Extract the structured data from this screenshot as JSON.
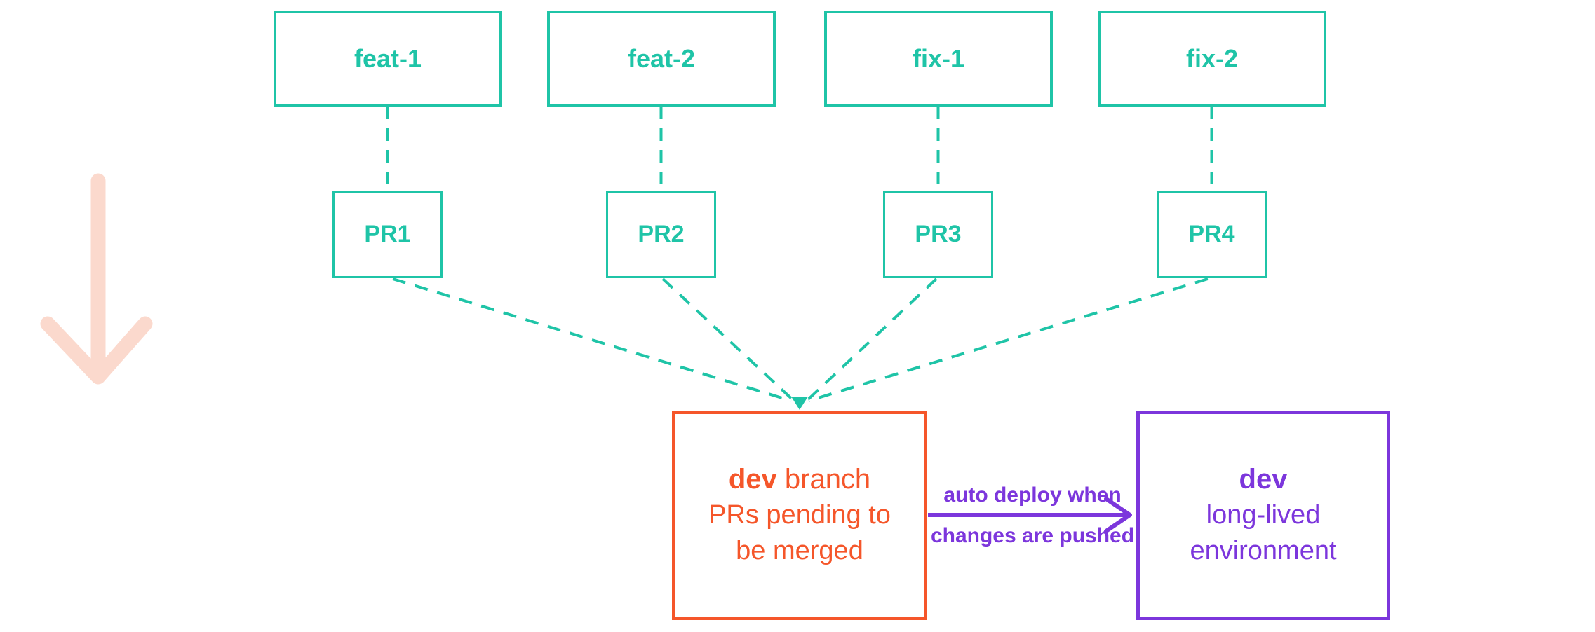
{
  "colors": {
    "teal": "#1fc4a7",
    "orange": "#f5562a",
    "purple": "#7c36dc",
    "pink": "#fbd9cd"
  },
  "branch_boxes": [
    {
      "label": "feat-1"
    },
    {
      "label": "feat-2"
    },
    {
      "label": "fix-1"
    },
    {
      "label": "fix-2"
    }
  ],
  "pr_boxes": [
    {
      "label": "PR1"
    },
    {
      "label": "PR2"
    },
    {
      "label": "PR3"
    },
    {
      "label": "PR4"
    }
  ],
  "dev_branch_box": {
    "title_bold": "dev",
    "title_rest": "branch",
    "subtitle_line1": "PRs pending to",
    "subtitle_line2": "be merged"
  },
  "dev_env_box": {
    "title_bold": "dev",
    "subtitle_line1": "long-lived",
    "subtitle_line2": "environment"
  },
  "deploy_arrow": {
    "label_line1": "auto deploy when",
    "label_line2": "changes are pushed"
  }
}
